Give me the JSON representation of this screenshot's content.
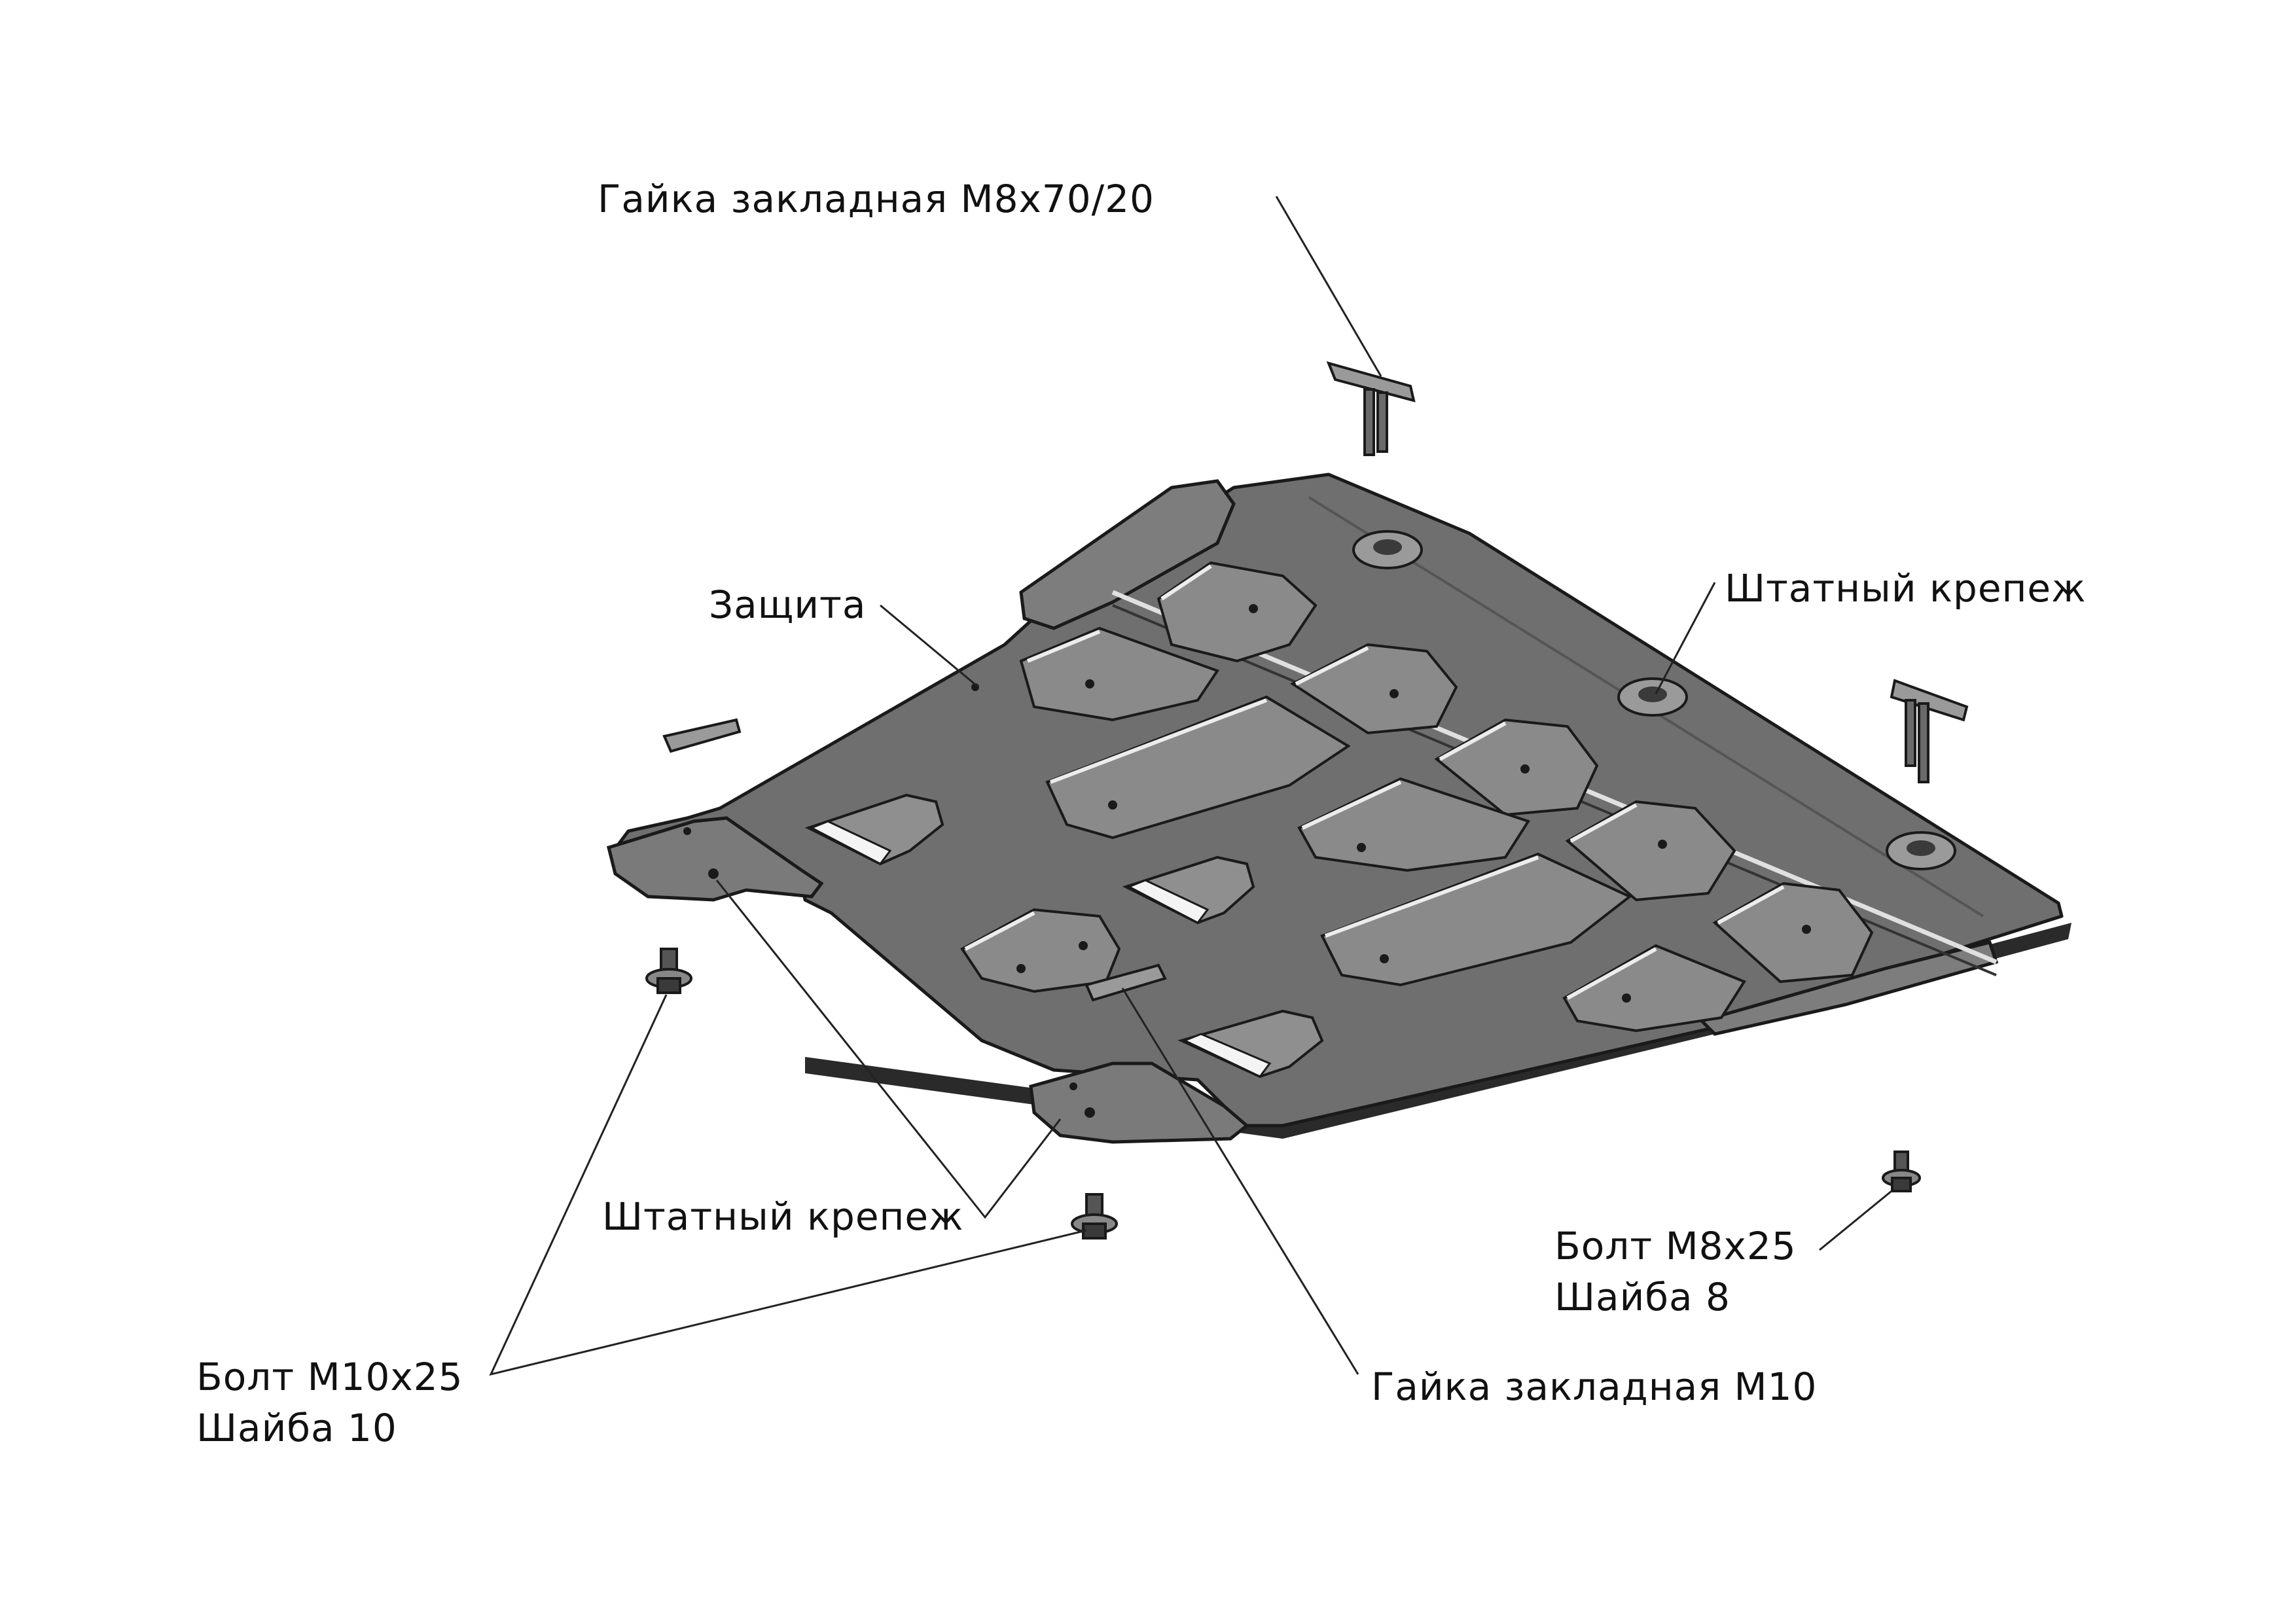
{
  "colors": {
    "background": "#ffffff",
    "plate": "#6f6f6f",
    "plate_edge": "#1a1a1a",
    "recess": "#8a8a8a",
    "highlight": "#e6e6e6",
    "leader": "#222222"
  },
  "labels": {
    "nut_m8": "Гайка закладная М8х70/20",
    "shield": "Защита",
    "std_fastener_right": "Штатный крепеж",
    "std_fastener_bottom": "Штатный крепеж",
    "nut_m10": "Гайка закладная М10",
    "bolt_m8": {
      "line1": "Болт М8х25",
      "line2": "Шайба 8"
    },
    "bolt_m10": {
      "line1": "Болт М10х25",
      "line2": "Шайба 10"
    }
  }
}
